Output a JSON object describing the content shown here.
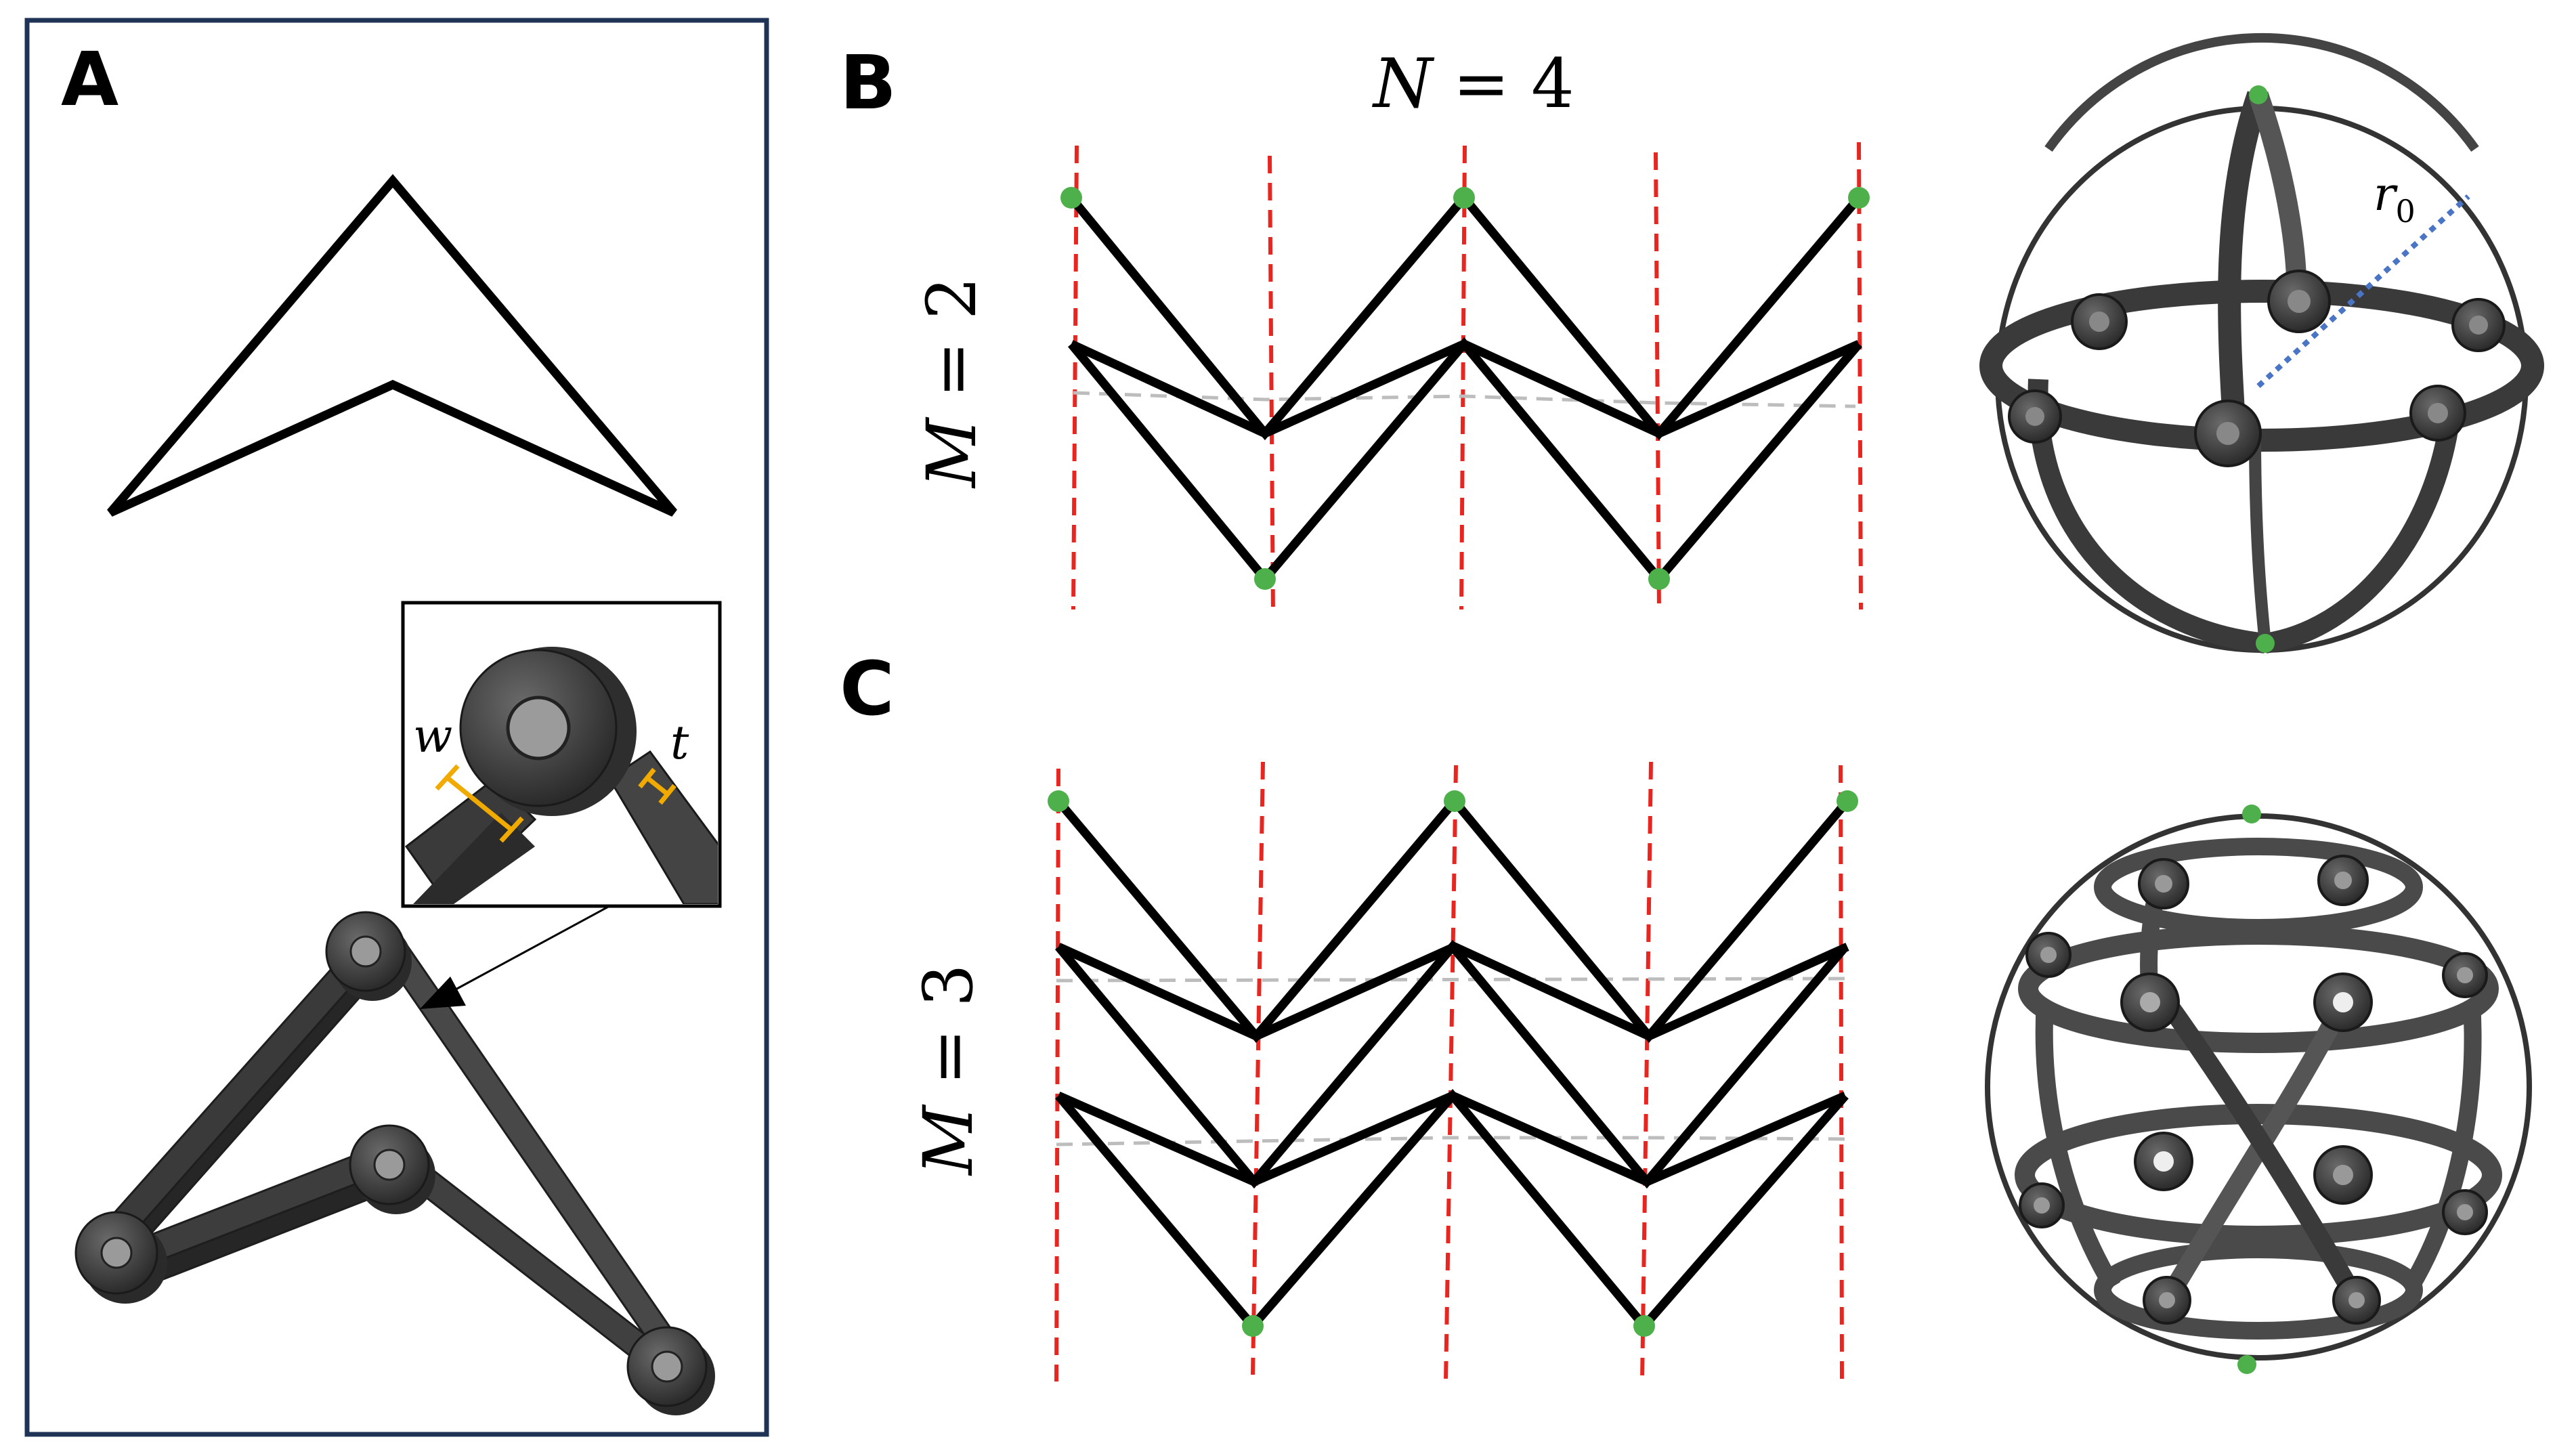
{
  "panels": {
    "a": {
      "letter": "A",
      "inset": {
        "w_label": "w",
        "t_label": "t"
      }
    },
    "b": {
      "letter": "B",
      "n_var": "N",
      "n_eq": "= 4",
      "m_var": "M",
      "m_eq": "= 2",
      "r_label": "r",
      "r_sub": "0"
    },
    "c": {
      "letter": "C",
      "m_var": "M",
      "m_eq": "= 3"
    }
  },
  "colors": {
    "frame": "#1f3356",
    "line": "#000000",
    "fold": "#e8251f",
    "node": "#4db04a",
    "guide": "#bdbdbd",
    "radius": "#4a74c4",
    "metal": "#3c3c3c",
    "inset_dim": "#f0aa00"
  },
  "icons": [
    "chevron-shape",
    "hinge-linkage-3d",
    "hinge-detail-inset",
    "ring-sphere-3d"
  ]
}
